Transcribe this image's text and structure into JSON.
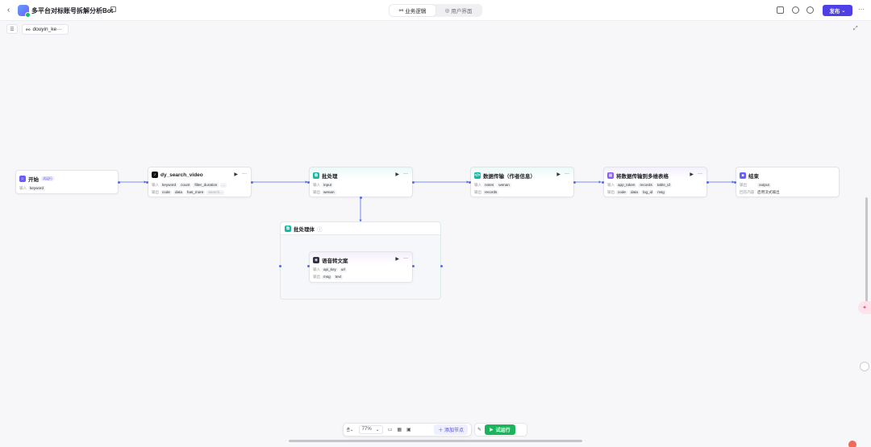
{
  "header": {
    "back": "‹",
    "title": "多平台对标账号拆解分析Bot",
    "tabs": [
      {
        "label": "业务逻辑",
        "icon": "flow-icon",
        "active": true
      },
      {
        "label": "用户界面",
        "icon": "ui-icon",
        "active": false
      }
    ],
    "publish": "发布",
    "accent": "#4e40e5"
  },
  "canvas": {
    "workflow_chip": "douyin_ke···"
  },
  "nodes": {
    "start": {
      "title": "开始",
      "tag": "试运行",
      "input_label": "输入",
      "inputs": [
        "keyword"
      ]
    },
    "dy_search": {
      "title": "dy_search_video",
      "in_label": "输入",
      "inputs": [
        "keyword",
        "count",
        "filter_duration",
        "..."
      ],
      "out_label": "输出",
      "outputs": [
        "code",
        "data",
        "has_more",
        "search..."
      ]
    },
    "batch": {
      "title": "批处理",
      "in_label": "输入",
      "inputs": [
        "input"
      ],
      "out_label": "输出",
      "outputs": [
        "wenan"
      ]
    },
    "data_transfer": {
      "title": "数据传输（作者信息）",
      "in_label": "输入",
      "inputs": [
        "notes",
        "wenan"
      ],
      "out_label": "输出",
      "outputs": [
        "records"
      ]
    },
    "to_table": {
      "title": "将数据传输到多维表格",
      "in_label": "输入",
      "inputs": [
        "app_token",
        "records",
        "table_id"
      ],
      "out_label": "输出",
      "outputs": [
        "code",
        "data",
        "log_id",
        "msg"
      ]
    },
    "end": {
      "title": "结束",
      "out_label": "输出",
      "outputs": [
        "output"
      ],
      "answer_label": "回答内容",
      "answer": "启用流式输出"
    },
    "group": {
      "title": "批处理体"
    },
    "speech": {
      "title": "语音转文案",
      "in_label": "输入",
      "inputs": [
        "api_key",
        "url"
      ],
      "out_label": "输出",
      "outputs": [
        "msg",
        "text"
      ]
    }
  },
  "toolbar": {
    "zoom": "77%",
    "add_node": "添加节点",
    "run": "试运行"
  }
}
